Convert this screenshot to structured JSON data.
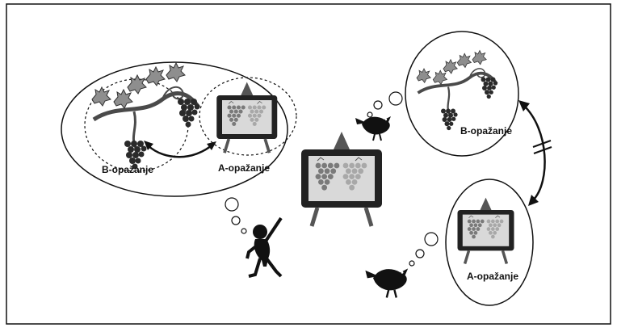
{
  "labels": {
    "human_b": "B-opažanje",
    "human_a": "A-opažanje",
    "bird_b": "B-opažanje",
    "bird_a": "A-opažanje"
  },
  "colors": {
    "frame": "#222222",
    "board": "#d9d9d9",
    "grape_dark": "#7a7a7a",
    "grape_light": "#a8a8a8",
    "vine": "#4a4a4a",
    "leaf": "#8e8e8e",
    "easel": "#555555",
    "silhouette": "#111111"
  },
  "icons": [
    "grapevine-icon",
    "painting-easel-icon",
    "human-silhouette-icon",
    "bird-icon",
    "thought-bubble-icon",
    "double-arrow-icon",
    "not-equal-icon"
  ]
}
